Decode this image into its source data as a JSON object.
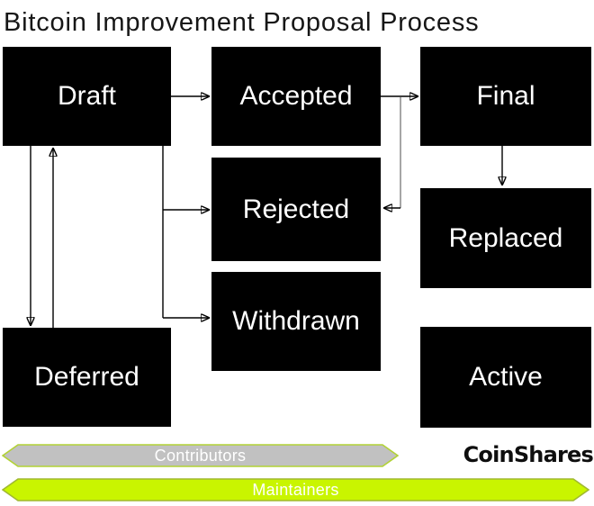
{
  "title": "Bitcoin Improvement Proposal Process",
  "diagram": {
    "nodes": [
      {
        "id": "draft",
        "label": "Draft"
      },
      {
        "id": "accepted",
        "label": "Accepted"
      },
      {
        "id": "final",
        "label": "Final"
      },
      {
        "id": "rejected",
        "label": "Rejected"
      },
      {
        "id": "replaced",
        "label": "Replaced"
      },
      {
        "id": "withdrawn",
        "label": "Withdrawn"
      },
      {
        "id": "deferred",
        "label": "Deferred"
      },
      {
        "id": "active",
        "label": "Active"
      }
    ],
    "edges": [
      {
        "from": "draft",
        "to": "accepted"
      },
      {
        "from": "accepted",
        "to": "final"
      },
      {
        "from": "accepted",
        "to": "rejected"
      },
      {
        "from": "draft",
        "to": "rejected"
      },
      {
        "from": "draft",
        "to": "withdrawn"
      },
      {
        "from": "draft",
        "to": "deferred"
      },
      {
        "from": "deferred",
        "to": "draft"
      },
      {
        "from": "final",
        "to": "replaced"
      }
    ],
    "node_fill": "#000000",
    "node_text_color": "#ffffff",
    "arrow_color": "#000000"
  },
  "bands": {
    "contributors": {
      "label": "Contributors",
      "fill": "#c1c1c1",
      "border": "#b2d235",
      "text_color": "#ffffff"
    },
    "maintainers": {
      "label": "Maintainers",
      "fill": "#c9f500",
      "border": "#a0b830",
      "text_color": "#ffffff"
    }
  },
  "logo": {
    "text": "CoinShares",
    "color": "#0e0e0e"
  }
}
